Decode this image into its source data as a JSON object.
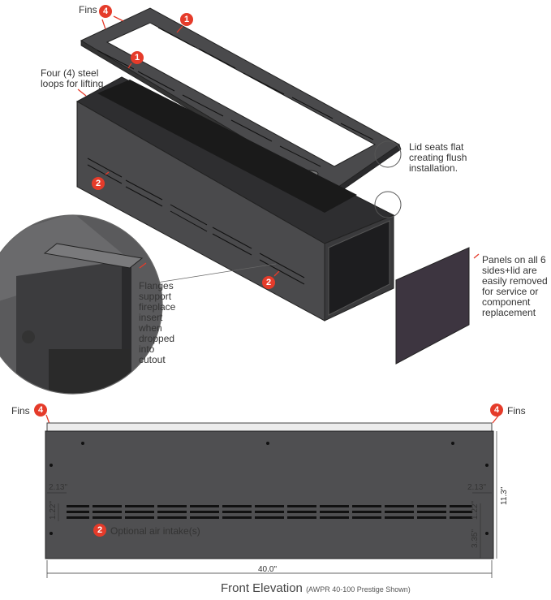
{
  "callouts": {
    "fins_top": "Fins",
    "lifting_loops": "Four (4) steel loops for lifting",
    "lid": "Lid seats flat creating flush installation.",
    "panels": "Panels on all 6 sides+lid are easily removed for service or component replacement",
    "flanges": "Flanges support fireplace insert when dropped into cutout",
    "fins_left": "Fins",
    "fins_right": "Fins",
    "air_intake": "Optional air intake(s)"
  },
  "badges": {
    "b1a": "1",
    "b1b": "1",
    "b2a": "2",
    "b2b": "2",
    "b2c": "2",
    "b4a": "4",
    "b4b": "4",
    "b4c": "4"
  },
  "dimensions": {
    "left_offset": "2.13\"",
    "right_offset": "2.13\"",
    "left_height": "1.22\"",
    "right_height": "1.22\"",
    "bottom_offset": "3.35\"",
    "total_height": "11.3\"",
    "total_width": "40.0\""
  },
  "caption": {
    "title": "Front Elevation",
    "subtitle": "(AWPR 40-100 Prestige Shown)"
  },
  "colors": {
    "accent": "#e53b2a",
    "body_dark": "#4a4a4c",
    "panel": "#3d3540"
  }
}
